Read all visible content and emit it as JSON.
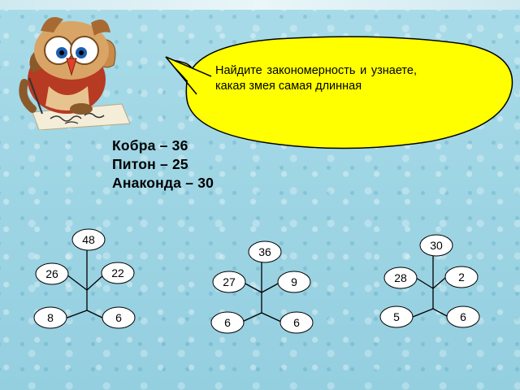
{
  "bubble": {
    "text": "Найдите закономерность и узнаете, какая змея самая длинная"
  },
  "snakes": [
    {
      "label": "Кобра – 36"
    },
    {
      "label": "Питон – 25"
    },
    {
      "label": "Анаконда – 30"
    }
  ],
  "trees": [
    {
      "top": "48",
      "mid_left": "26",
      "mid_right": "22",
      "bottom_left": "8",
      "bottom_right": "6"
    },
    {
      "top": "36",
      "mid_left": "27",
      "mid_right": "9",
      "bottom_left": "6",
      "bottom_right": "6"
    },
    {
      "top": "30",
      "mid_left": "28",
      "mid_right": "2",
      "bottom_left": "5",
      "bottom_right": "6"
    }
  ],
  "colors": {
    "bubble_fill": "#ffff00",
    "background": "#9fd3e2",
    "node_fill": "#ffffff",
    "line": "#000000"
  },
  "icons": {
    "owl": "owl-writing-illustration",
    "bubble": "speech-bubble"
  }
}
